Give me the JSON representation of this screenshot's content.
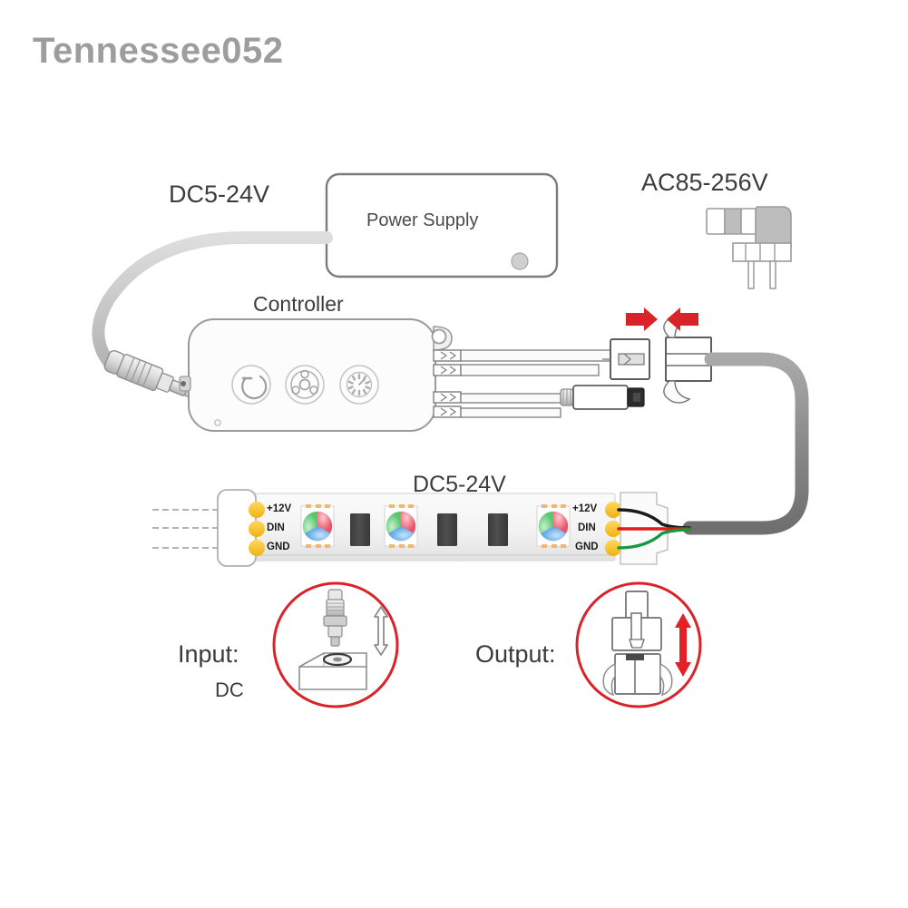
{
  "watermark": {
    "text": "Tennessee052"
  },
  "labels": {
    "dc_input": "DC5-24V",
    "ac_input": "AC85-256V",
    "power_supply": "Power Supply",
    "controller": "Controller",
    "strip_voltage": "DC5-24V",
    "input_title": "Input:",
    "input_type": "DC",
    "output_title": "Output:"
  },
  "strip_pads_left": [
    {
      "name": "+12V"
    },
    {
      "name": "DIN"
    },
    {
      "name": "GND"
    }
  ],
  "strip_pads_right": [
    {
      "name": "+12V",
      "wire_color": "#1a1a1a"
    },
    {
      "name": "DIN",
      "wire_color": "#e01b1b"
    },
    {
      "name": "GND",
      "wire_color": "#159a3c"
    }
  ],
  "controller_buttons": [
    {
      "icon": "power-icon"
    },
    {
      "icon": "mode-icon"
    },
    {
      "icon": "brightness-icon"
    }
  ],
  "colors": {
    "cable_gray": "#8a8a8a",
    "cable_light": "#c9c9c9",
    "outline": "#6e6e6e",
    "accent_red": "#d8232a",
    "pad_yellow": "#f7c325",
    "strip_body": "#f2f2f2",
    "component_dark": "#4a4a4a",
    "text": "#3c3c3c",
    "watermark": "#9d9d9d"
  },
  "annotations": {
    "mate_arrow_left": "arrow-right",
    "mate_arrow_right": "arrow-left",
    "input_arrow": "double-arrow-vertical",
    "output_arrow": "double-arrow-vertical-red"
  }
}
